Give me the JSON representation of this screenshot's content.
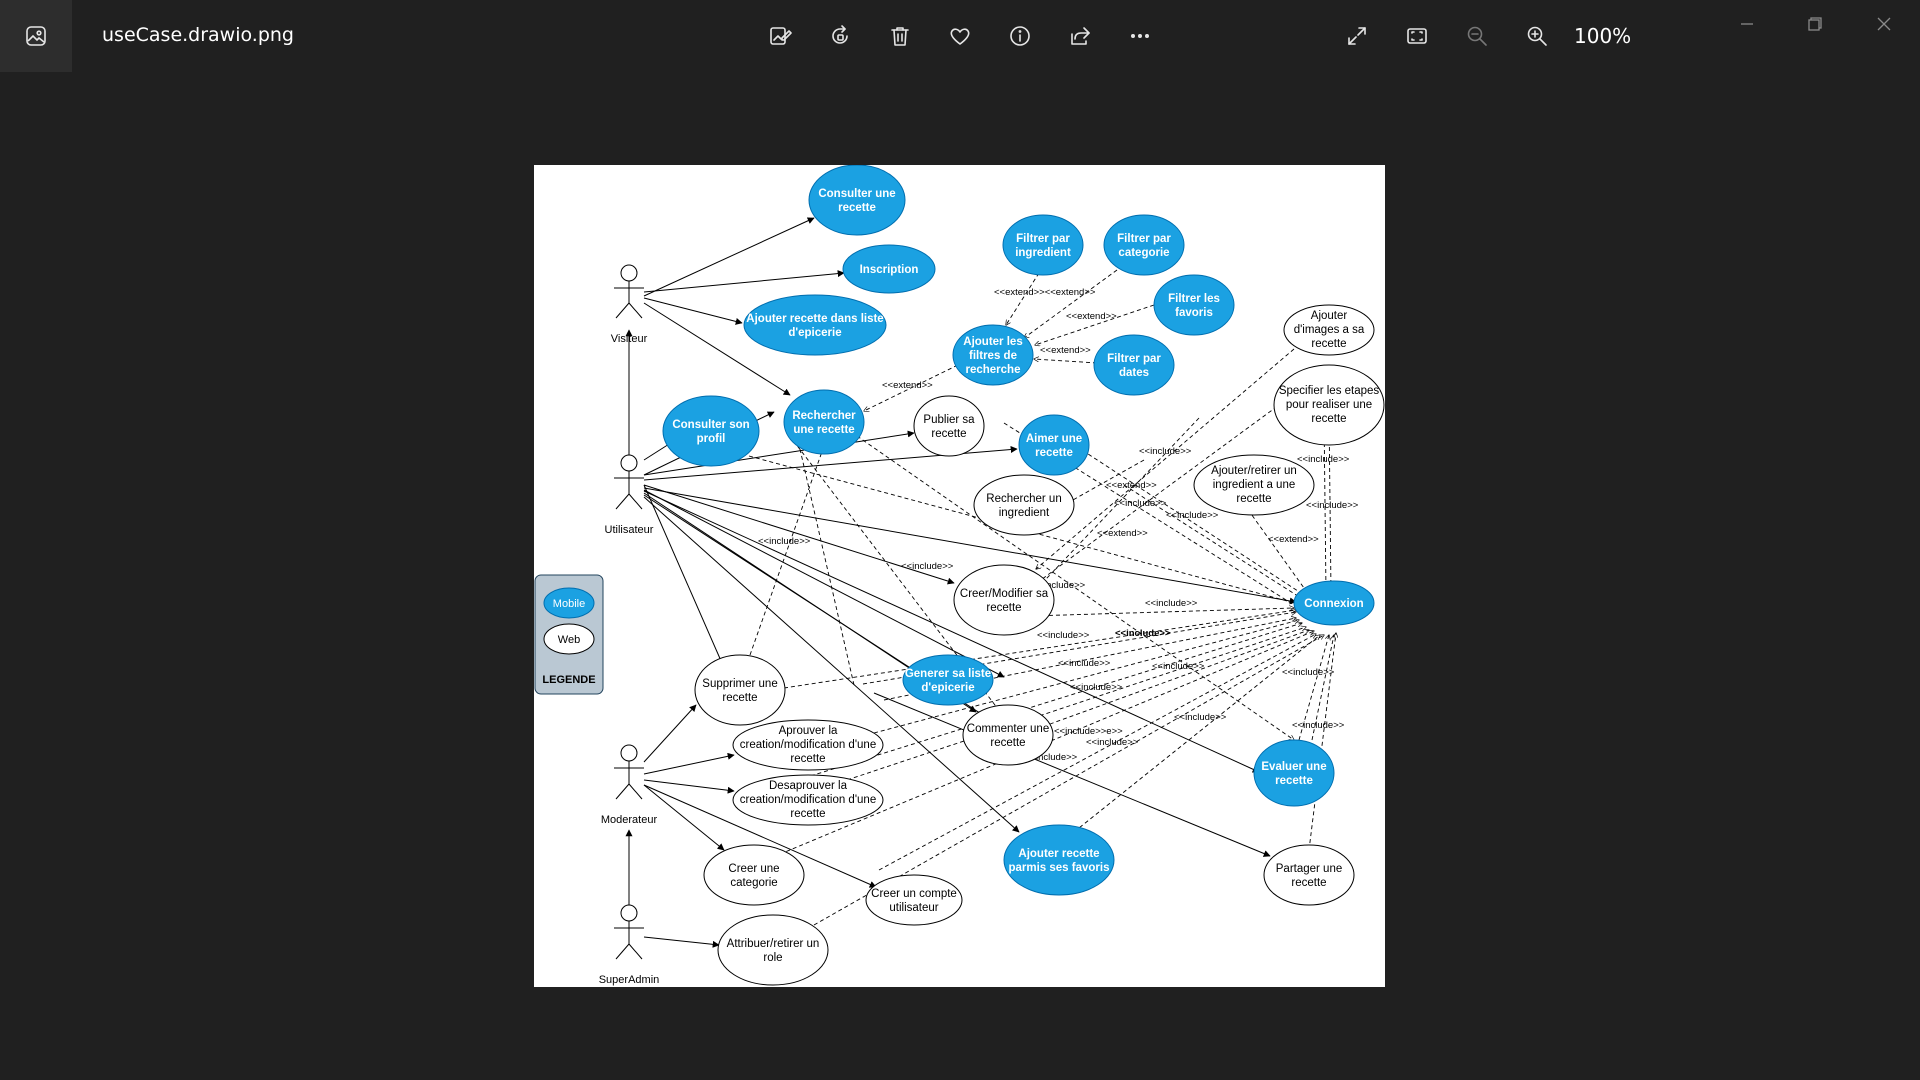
{
  "window": {
    "file_name": "useCase.drawio.png",
    "zoom": "100%"
  },
  "toolbar": {
    "icons": [
      "edit-image-icon",
      "rotate-icon",
      "delete-icon",
      "favorite-icon",
      "info-icon",
      "share-icon",
      "more-icon",
      "fullscreen-icon",
      "fit-to-window-icon",
      "zoom-out-icon",
      "zoom-in-icon"
    ]
  },
  "diagram": {
    "actors": {
      "visiteur": "Visiteur",
      "utilisateur": "Utilisateur",
      "moderateur": "Moderateur",
      "superadmin": "SuperAdmin"
    },
    "legend": {
      "mobile": "Mobile",
      "web": "Web",
      "title": "LEGENDE"
    },
    "use_cases": {
      "consulter_recette": [
        "Consulter une",
        "recette"
      ],
      "inscription": [
        "Inscription"
      ],
      "ajouter_liste": [
        "Ajouter recette dans liste",
        "d'epicerie"
      ],
      "rechercher_recette": [
        "Rechercher",
        "une recette"
      ],
      "consulter_profil": [
        "Consulter son",
        "profil"
      ],
      "filtrer_ingredient": [
        "Filtrer par",
        "ingredient"
      ],
      "filtrer_categorie": [
        "Filtrer par",
        "categorie"
      ],
      "filtrer_favoris": [
        "Filtrer  les",
        "favoris"
      ],
      "ajouter_filtres": [
        "Ajouter les",
        "filtres de",
        "recherche"
      ],
      "filtrer_dates": [
        "Filtrer par",
        "dates"
      ],
      "ajouter_images": [
        "Ajouter",
        "d'images a sa",
        "recette"
      ],
      "specifier_etapes": [
        "Specifier les etapes",
        "pour realiser une",
        "recette"
      ],
      "publier": [
        "Publier sa",
        "recette"
      ],
      "aimer": [
        "Aimer une",
        "recette"
      ],
      "ajouter_ingredient": [
        "Ajouter/retirer un",
        "ingredient a  une",
        "recette"
      ],
      "rechercher_ingredient": [
        "Rechercher un",
        "ingredient"
      ],
      "creer_modifier": [
        "Creer/Modifier sa",
        "recette"
      ],
      "connexion": [
        "Connexion"
      ],
      "supprimer": [
        "Supprimer une",
        "recette"
      ],
      "generer_liste": [
        "Generer sa liste",
        "d'epicerie"
      ],
      "approuver": [
        "Aprouver la",
        "creation/modification  d'une",
        "recette"
      ],
      "commenter": [
        "Commenter une",
        "recette"
      ],
      "evaluer": [
        "Evaluer une",
        "recette"
      ],
      "desapprouver": [
        "Desaprouver la",
        "creation/modification  d'une",
        "recette"
      ],
      "creer_categorie": [
        "Creer une",
        "categorie"
      ],
      "favoris": [
        "Ajouter recette",
        "parmis ses favoris"
      ],
      "partager": [
        "Partager une",
        "recette"
      ],
      "creer_compte": [
        "Creer un compte",
        "utilisateur"
      ],
      "attribuer_role": [
        "Attribuer/retirer un",
        "role"
      ]
    },
    "relation_labels": {
      "extend": "<<extend>>",
      "include": "<<include>>",
      "include_bold": "<<include>>",
      "include_partial_1": "include>>",
      "include_partial_2": "include>>",
      "include_partial_3": "<<include>>e>>",
      "extend_partial": "<<extend>><<extend>>"
    },
    "colors": {
      "mobile_fill": "#1ba1e2",
      "web_fill": "#ffffff",
      "legend_bg": "#bac8d3",
      "stroke": "#000000"
    }
  }
}
